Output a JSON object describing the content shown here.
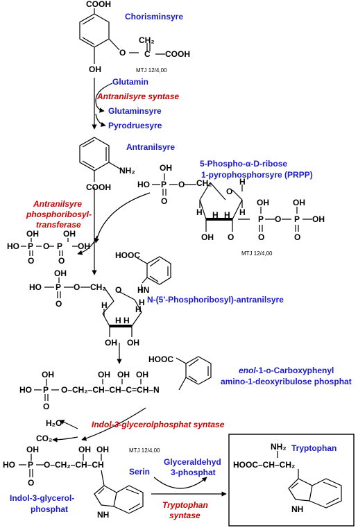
{
  "names": {
    "chorismate": "Chorisminsyre",
    "glutamine": "Glutamin",
    "glutamate": "Glutaminsyre",
    "pyruvate": "Pyrodruesyre",
    "anthranilate": "Antranilsyre",
    "prpp_1": "5-Phospho-α-D-ribose",
    "prpp_2": "1-pyrophosphorsyre (PRPP)",
    "pra": "N-(5'-Phosphoribosyl)-antranilsyre",
    "cdrp_1_italic": "enol",
    "cdrp_1_rest": "-1-o-Carboxyphenyl",
    "cdrp_2": "amino-1-deoxyribulose phosphat",
    "igp_1": "Indol-3-glycerol-",
    "igp_2": "phosphat",
    "serine": "Serin",
    "g3p_1": "Glyceraldehyd",
    "g3p_2": "3-phosphat",
    "tryptophan": "Tryptophan"
  },
  "enzymes": {
    "anthranilate_synthase": "Antranilsyre syntase",
    "prt_1": "Antranilsyre",
    "prt_2": "phosphoribosyl-",
    "prt_3": "transferase",
    "igps": "Indol-3-glycerolphosphat syntase",
    "trp_synthase_1": "Tryptophan",
    "trp_synthase_2": "syntase"
  },
  "byproducts": {
    "water": "H₂O",
    "co2": "CO₂"
  },
  "atoms": {
    "cooh": "COOH",
    "hooc": "HOOC",
    "oh": "OH",
    "ho": "HO",
    "o": "O",
    "p": "P",
    "h": "H",
    "hn": "HN",
    "nh2_left": "NH₂",
    "nh": "NH",
    "ch2": "CH₂",
    "c": "C",
    "n": "N",
    "ch2_chain": "CH₂",
    "chain_cdrp": "O–CH₂–CH–CH–C=CH–N",
    "chain_igp": "O–CH₂–CH–CH",
    "chain_trp": "HOOC–CH–CH₂"
  },
  "credits": {
    "mtj": "MTJ 12/4,00"
  }
}
